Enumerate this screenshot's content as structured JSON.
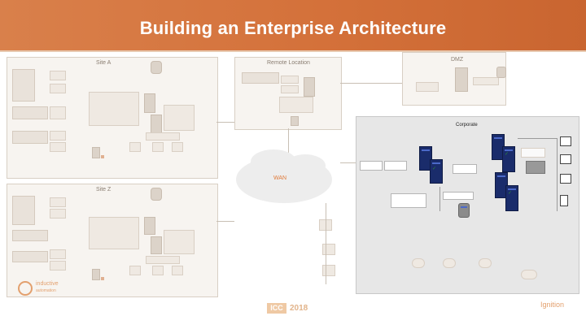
{
  "slide": {
    "title": "Building an Enterprise Architecture"
  },
  "sections": {
    "site_a": "Site A",
    "site_z": "Site Z",
    "remote_location": "Remote Location",
    "dmz": "DMZ",
    "corporate": "Corporate",
    "wan": "WAN"
  },
  "branding": {
    "left_logo_line1": "inductive",
    "left_logo_line2": "automation",
    "event_badge": "ICC",
    "event_year": "2018",
    "right_logo": "Ignition"
  },
  "colors": {
    "banner": "#d4713a",
    "corporate_panel": "#e7e7e7",
    "server": "#1a2c6b",
    "wan_label": "#e07a3a"
  }
}
